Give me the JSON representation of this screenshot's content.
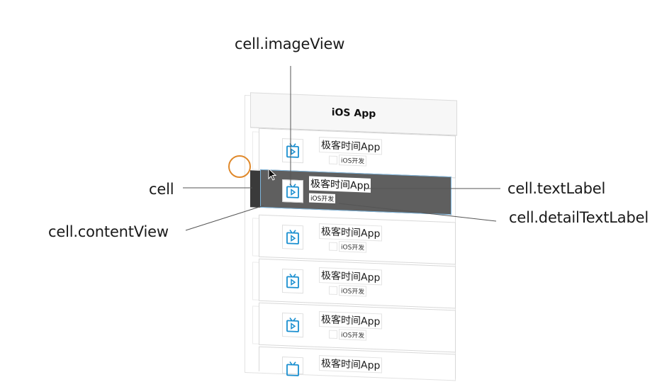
{
  "callouts": {
    "image_view": "cell.imageView",
    "cell": "cell",
    "content_view": "cell.contentView",
    "text_label": "cell.textLabel",
    "detail_text_label": "cell.detailTextLabel"
  },
  "table": {
    "nav_title": "iOS App",
    "cells": [
      {
        "title": "极客时间App",
        "detail": "iOS开发"
      },
      {
        "title": "极客时间App",
        "detail": "iOS开发"
      },
      {
        "title": "极客时间App",
        "detail": "iOS开发"
      },
      {
        "title": "极客时间App",
        "detail": "iOS开发"
      },
      {
        "title": "极客时间App",
        "detail": "iOS开发"
      },
      {
        "title": "极客时间App",
        "detail": ""
      }
    ],
    "icon": "tv-play-icon",
    "selected_index": 1
  },
  "colors": {
    "icon_blue": "#1a8fd0",
    "selected_cell": "#5f5f5f",
    "touch_indicator": "#e0892b",
    "selection_border": "#7fb6dd"
  }
}
